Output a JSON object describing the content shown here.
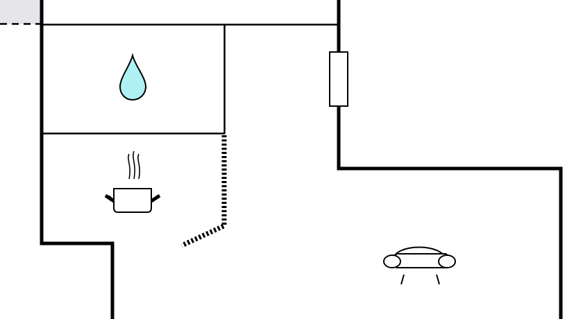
{
  "floorplan": {
    "colors": {
      "wall": "#000000",
      "background": "#ffffff",
      "neighbor_fill": "#e6e6ea",
      "water_fill": "#aef0f4"
    },
    "rooms": [
      {
        "name": "bathroom",
        "icon": "water-drop-icon"
      },
      {
        "name": "kitchen",
        "icon": "cooking-pot-icon"
      },
      {
        "name": "living-room",
        "icon": "sofa-icon"
      }
    ],
    "openings": [
      {
        "type": "door",
        "icon": "sliding-door-icon"
      },
      {
        "type": "window",
        "icon": "window-icon"
      }
    ]
  }
}
